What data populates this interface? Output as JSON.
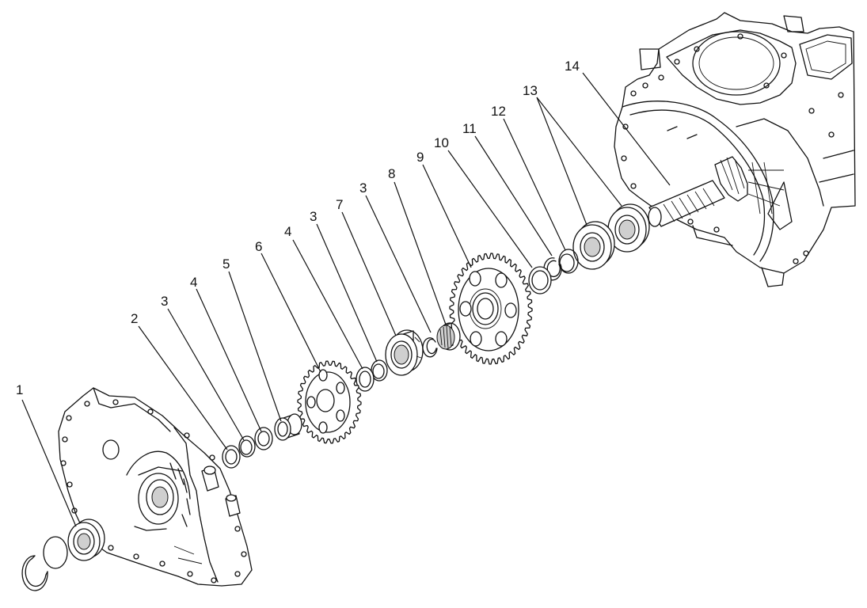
{
  "diagram": {
    "callouts": [
      {
        "key": "c1",
        "label": "1"
      },
      {
        "key": "c2",
        "label": "2"
      },
      {
        "key": "c3a",
        "label": "3"
      },
      {
        "key": "c4a",
        "label": "4"
      },
      {
        "key": "c5",
        "label": "5"
      },
      {
        "key": "c6",
        "label": "6"
      },
      {
        "key": "c4b",
        "label": "4"
      },
      {
        "key": "c3b",
        "label": "3"
      },
      {
        "key": "c7",
        "label": "7"
      },
      {
        "key": "c3c",
        "label": "3"
      },
      {
        "key": "c8",
        "label": "8"
      },
      {
        "key": "c9",
        "label": "9"
      },
      {
        "key": "c10",
        "label": "10"
      },
      {
        "key": "c11",
        "label": "11"
      },
      {
        "key": "c12",
        "label": "12"
      },
      {
        "key": "c13",
        "label": "13"
      },
      {
        "key": "c14",
        "label": "14"
      }
    ]
  }
}
